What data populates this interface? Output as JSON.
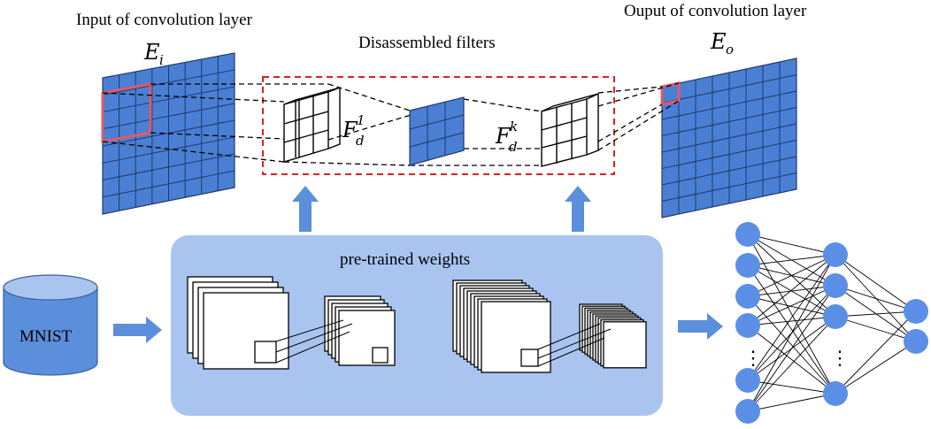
{
  "labels": {
    "input_title": "Input of convolution layer",
    "output_title": "Ouput of convolution layer",
    "filters_title": "Disassembled filters",
    "pretrained": "pre-trained weights",
    "dataset": "MNIST",
    "ellipsis": "⋮"
  },
  "math": {
    "ei_base": "E",
    "ei_sub": "i",
    "eo_base": "E",
    "eo_sub": "o",
    "fd1_base": "F",
    "fd1_sub": "d",
    "fd1_sup": "1",
    "fdk_base": "F",
    "fdk_sub": "d",
    "fdk_sup": "k"
  },
  "colors": {
    "grid_blue": "#4a7fd4",
    "grid_line": "#1f3a6b",
    "highlight": "#e05a6a",
    "dashed_red": "#e02020",
    "panel_blue": "#a9c4ef",
    "arrow_blue": "#5b8fdc",
    "node_blue": "#5b8fe6",
    "cylinder_top": "#a9c4ef",
    "cylinder_body": "#5b8fdc"
  },
  "network": {
    "layers": [
      6,
      4,
      2
    ]
  }
}
